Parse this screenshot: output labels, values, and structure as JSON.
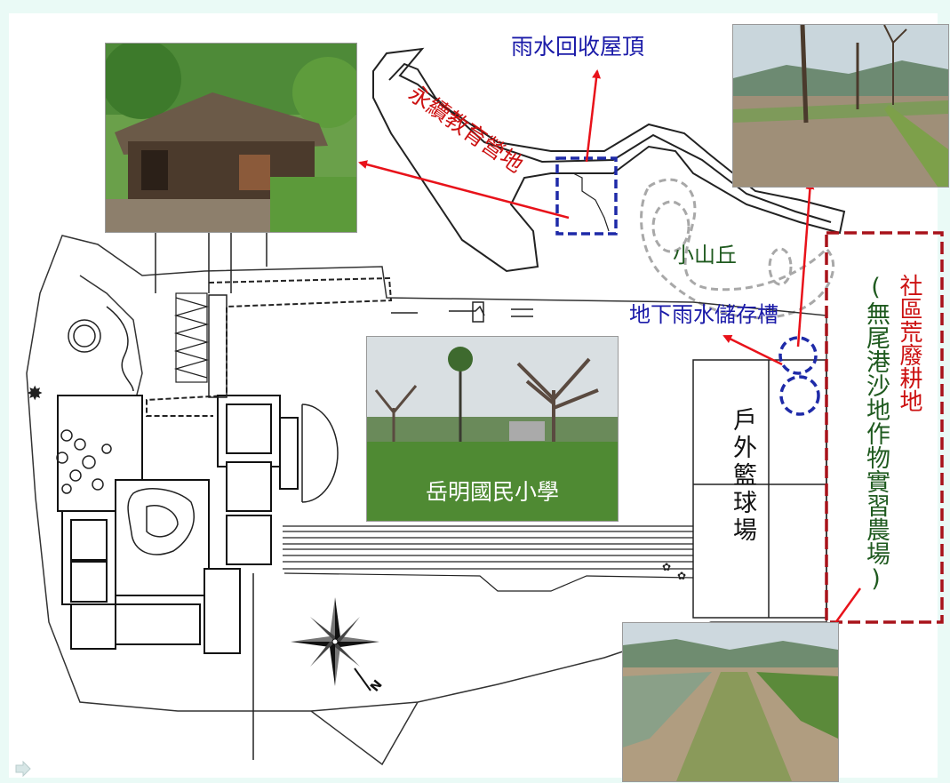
{
  "labels": {
    "rain_roof": "雨水回收屋頂",
    "sustainable_camp": "永續教育營地",
    "small_hill": "小山丘",
    "underground_tank": "地下雨水儲存槽",
    "school_name": "岳明國民小學",
    "outdoor_court": "戶外籃球場",
    "community_farmland": "社區荒廢耕地",
    "practice_farm": "(無尾港沙地作物實習農場)"
  },
  "compass": {
    "north_letter": "N"
  },
  "colors": {
    "bg": "#eafaf6",
    "red_label": "#cc1111",
    "blue_label": "#1a1aa8",
    "green_label": "#1f5a1f",
    "arrow_red": "#e8121a",
    "dash_blue": "#1e2aa8",
    "dash_red": "#a8121a",
    "dash_gray": "#a8a8a8"
  },
  "icons": [
    "compass-rose-icon",
    "slide-nav-arrow-icon"
  ]
}
